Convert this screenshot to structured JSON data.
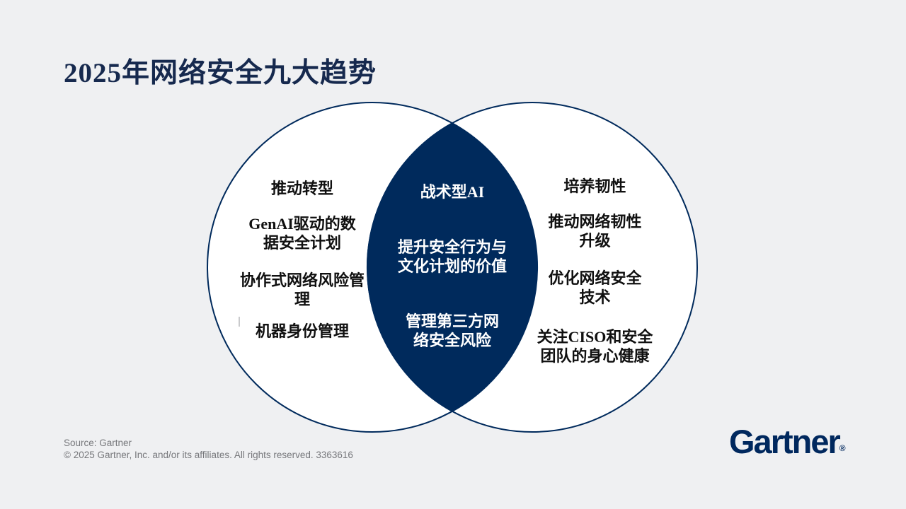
{
  "title": "2025年网络安全九大趋势",
  "venn": {
    "left": {
      "heading": "推动转型",
      "items": [
        "GenAI驱动的数\n据安全计划",
        "协作式网络风险管\n理",
        "机器身份管理"
      ]
    },
    "center": {
      "heading": "战术型AI",
      "items": [
        "提升安全行为与\n文化计划的价值",
        "管理第三方网\n络安全风险"
      ]
    },
    "right": {
      "heading": "培养韧性",
      "items": [
        "推动网络韧性\n升级",
        "优化网络安全\n技术",
        "关注CISO和安全\n团队的身心健康"
      ]
    }
  },
  "footer": {
    "source": "Source: Gartner",
    "copyright": "© 2025 Gartner, Inc. and/or its affiliates. All rights reserved. 3363616"
  },
  "logo": {
    "wordmark": "Gartner",
    "registered": "®"
  },
  "colors": {
    "navy": "#002A5C",
    "title_navy": "#16294E",
    "background": "#EFF0F2",
    "body_text": "#101010",
    "center_text": "#FFFFFF",
    "footer_gray": "#76777B"
  }
}
